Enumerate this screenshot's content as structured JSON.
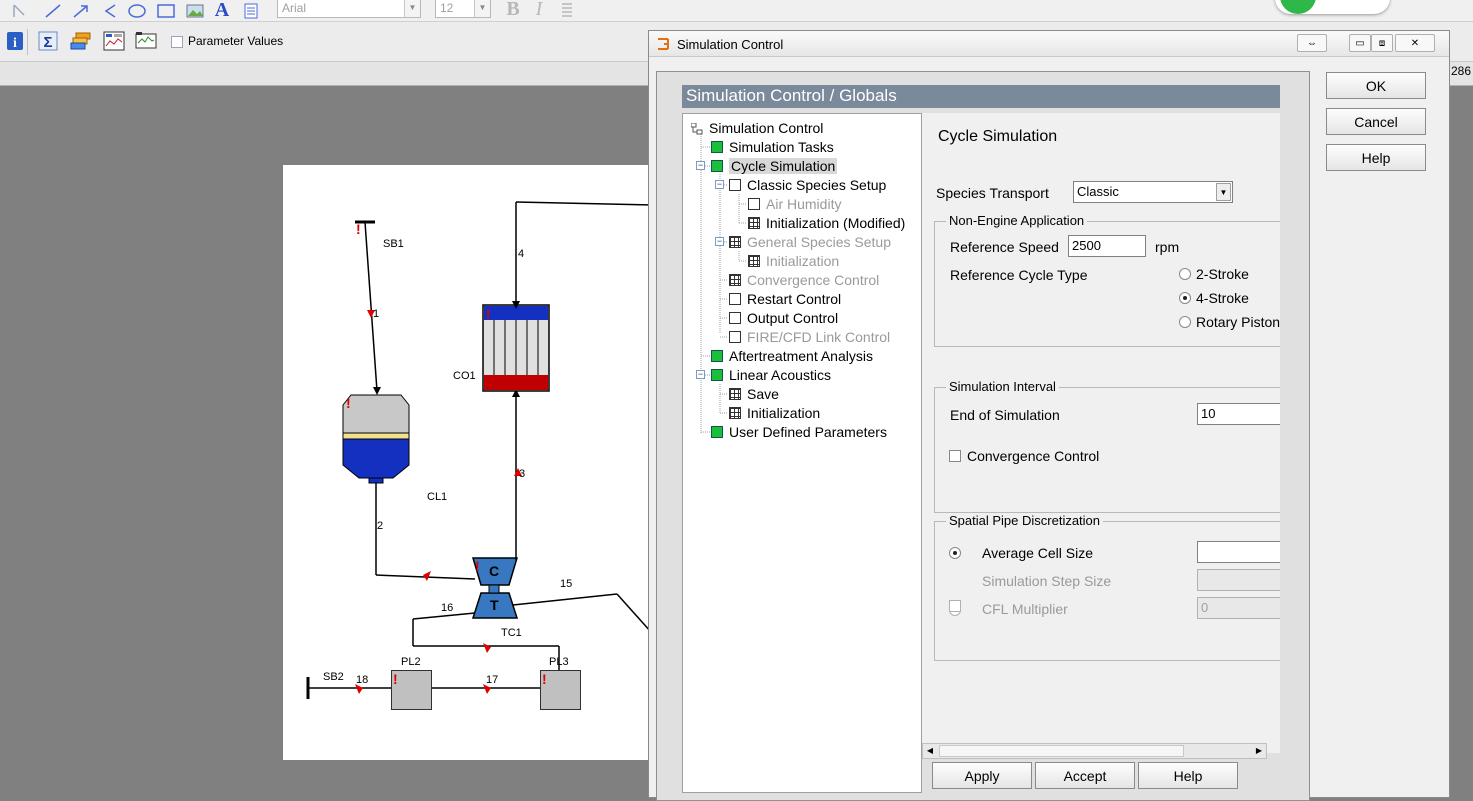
{
  "toolbar": {
    "font_name": "Arial",
    "font_size": "12",
    "param_values_label": "Parameter Values",
    "right_edge_text": "286"
  },
  "canvas": {
    "labels": {
      "sb1": "SB1",
      "n1": "1",
      "cl1": "CL1",
      "n2": "2",
      "n4": "4",
      "co1": "CO1",
      "n3": "3",
      "c": "C",
      "t": "T",
      "n15": "15",
      "n16": "16",
      "tc1": "TC1",
      "pl2": "PL2",
      "pl3": "PL3",
      "sb2": "SB2",
      "n18": "18",
      "n17": "17"
    }
  },
  "dialog": {
    "title": "Simulation Control",
    "header": "Simulation Control / Globals",
    "tree": [
      {
        "label": "Simulation Control"
      },
      {
        "label": "Simulation Tasks"
      },
      {
        "label": "Cycle Simulation"
      },
      {
        "label": "Classic Species Setup"
      },
      {
        "label": "Air Humidity"
      },
      {
        "label": "Initialization (Modified)"
      },
      {
        "label": "General Species Setup"
      },
      {
        "label": "Initialization"
      },
      {
        "label": "Convergence Control"
      },
      {
        "label": "Restart Control"
      },
      {
        "label": "Output Control"
      },
      {
        "label": "FIRE/CFD Link Control"
      },
      {
        "label": "Aftertreatment Analysis"
      },
      {
        "label": "Linear Acoustics"
      },
      {
        "label": "Save"
      },
      {
        "label": "Initialization"
      },
      {
        "label": "User Defined Parameters"
      }
    ],
    "panel": {
      "title": "Cycle Simulation",
      "species_transport_label": "Species Transport",
      "species_transport_value": "Classic",
      "non_engine_group": "Non-Engine Application",
      "ref_speed_label": "Reference Speed",
      "ref_speed_value": "2500",
      "ref_speed_unit": "rpm",
      "ref_cycle_label": "Reference Cycle Type",
      "cycle_opt1": "2-Stroke",
      "cycle_opt2": "4-Stroke",
      "cycle_opt3": "Rotary Piston",
      "sim_interval_group": "Simulation Interval",
      "end_sim_label": "End of Simulation",
      "end_sim_value": "10",
      "conv_ctrl_label": "Convergence Control",
      "spatial_group": "Spatial Pipe Discretization",
      "avg_cell_label": "Average Cell Size",
      "sim_step_label": "Simulation Step Size",
      "cfl_label": "CFL Multiplier",
      "cfl_value": "0"
    },
    "buttons": {
      "ok": "OK",
      "cancel": "Cancel",
      "help": "Help",
      "apply": "Apply",
      "accept": "Accept",
      "help2": "Help"
    }
  }
}
